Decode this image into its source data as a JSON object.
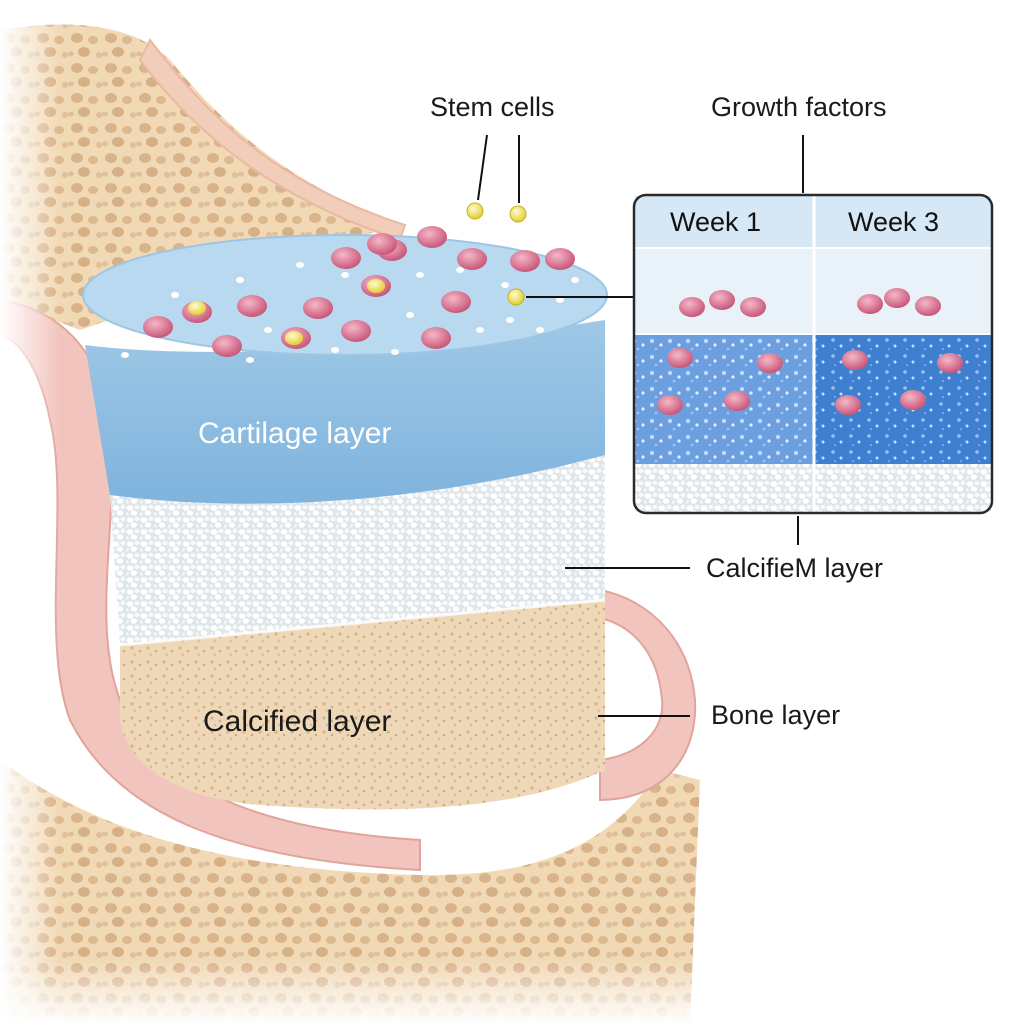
{
  "labels": {
    "stem_cells": "Stem cells",
    "growth_factors": "Growth factors",
    "cartilage_layer": "Cartilage layer",
    "calcified_layer_bottom": "Calcified layer",
    "calcified_layer_right": "CalcifieM layer",
    "bone_layer": "Bone layer"
  },
  "inset": {
    "week_1": "Week 1",
    "week_3": "Week 3"
  },
  "colors": {
    "bone": "#f0d6b0",
    "cartilage": "#a8cfea",
    "calcified": "#eef0f0",
    "cell": "#d9708c",
    "stem_cell": "#f3e35a",
    "synovium": "#f2c4be"
  }
}
